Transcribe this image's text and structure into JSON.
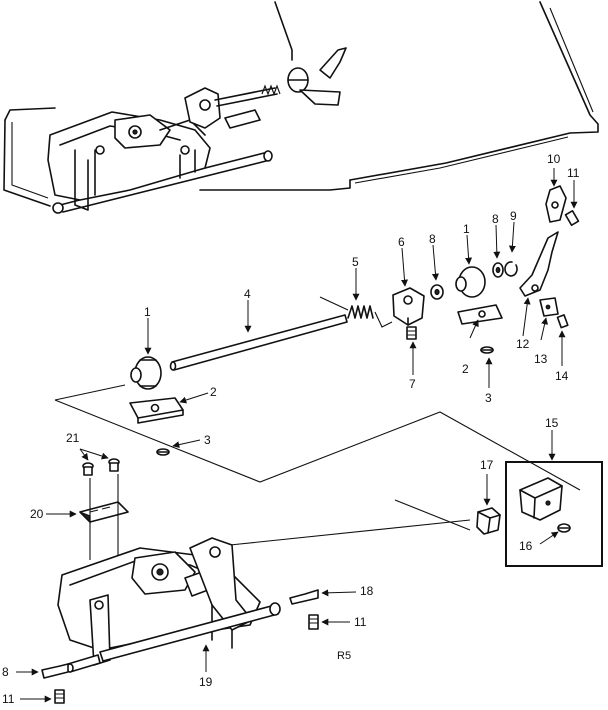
{
  "callouts": {
    "c1a": "1",
    "c1b": "1",
    "c2a": "2",
    "c2b": "2",
    "c3a": "3",
    "c3b": "3",
    "c4": "4",
    "c5": "5",
    "c6": "6",
    "c7": "7",
    "c8a": "8",
    "c8b": "8",
    "c8c": "8",
    "c9": "9",
    "c10": "10",
    "c11a": "11",
    "c11b": "11",
    "c11c": "11",
    "c12": "12",
    "c13": "13",
    "c14": "14",
    "c15": "15",
    "c16": "16",
    "c17": "17",
    "c18": "18",
    "c19": "19",
    "c20": "20",
    "c21": "21"
  },
  "page_code": "R5",
  "colors": {
    "ink": "#111111",
    "paper": "#ffffff"
  }
}
